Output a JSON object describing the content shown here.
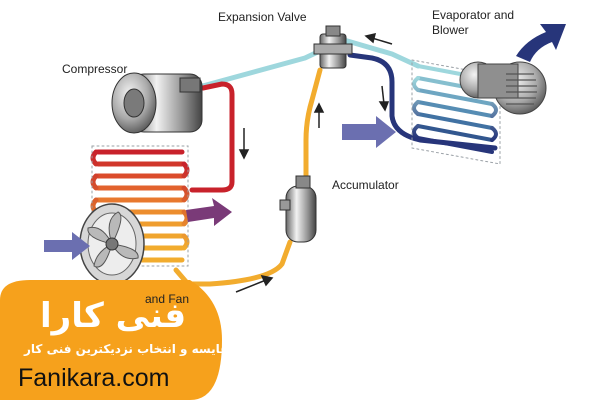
{
  "labels": {
    "expansion_valve": "Expansion Valve",
    "evaporator": "Evaporator and\nBlower",
    "compressor": "Compressor",
    "accumulator": "Accumulator",
    "condenser_partial": "and Fan"
  },
  "brand": {
    "logo_text": "فنی کارا",
    "tagline": "مقایسه و انتخاب نزدیکترین فنی کار",
    "url": "Fanikara.com"
  },
  "colors": {
    "hot_line": "#c8222b",
    "liquid_line": "#f2ac2e",
    "suction_line": "#9ed7dd",
    "cold_line": "#27357a",
    "badge": "#f6a11c",
    "airflow": "#6b6fb0"
  }
}
